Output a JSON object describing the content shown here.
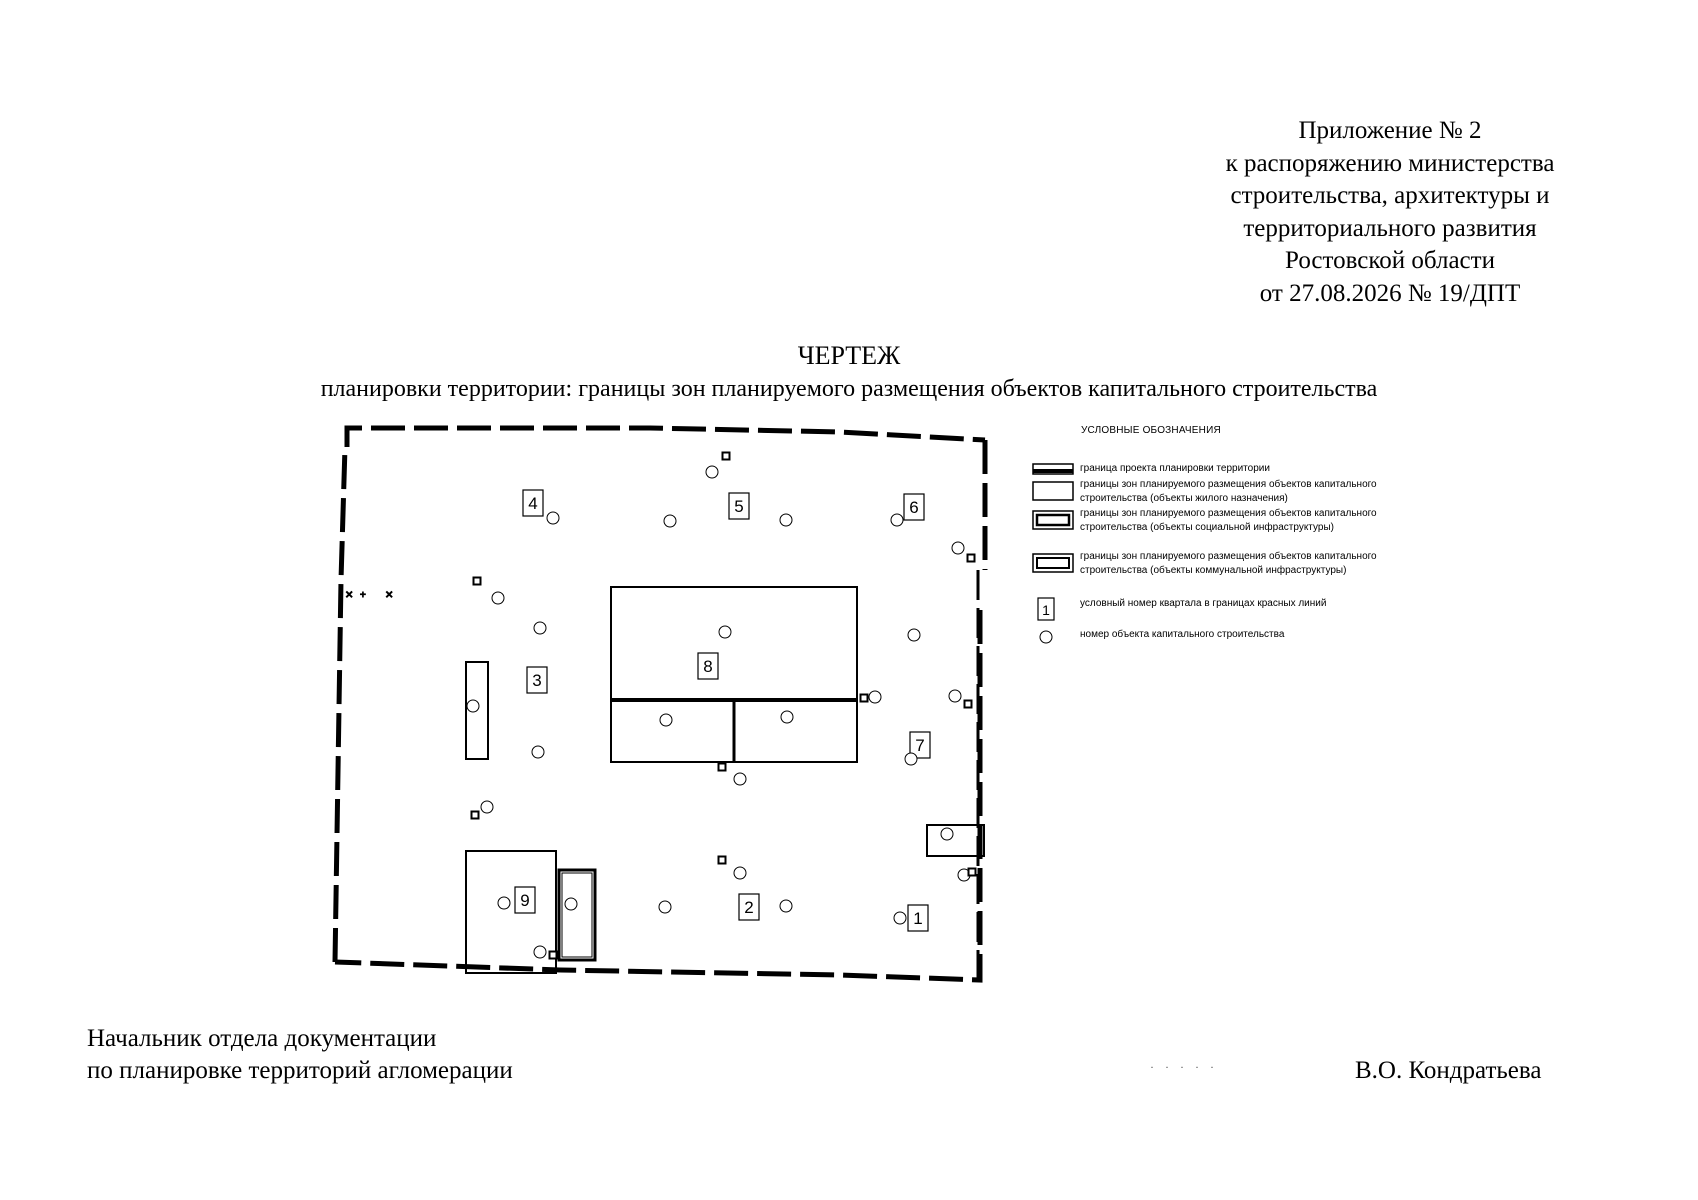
{
  "annex": {
    "lines": [
      "Приложение № 2",
      "к распоряжению министерства",
      "строительства, архитектуры и",
      "территориального развития",
      "Ростовской области",
      "от 27.08.2026 № 19/ДПТ"
    ]
  },
  "drawing": {
    "title": "ЧЕРТЕЖ",
    "subtitle": "планировки территории: границы зон планируемого размещения объектов капитального строительства",
    "quarters": [
      "1",
      "2",
      "3",
      "4",
      "5",
      "6",
      "7",
      "8",
      "9"
    ]
  },
  "legend": {
    "title": "УСЛОВНЫЕ ОБОЗНАЧЕНИЯ",
    "items": [
      {
        "symbol": "boundary-line-icon",
        "text": "граница проекта планировки территории"
      },
      {
        "symbol": "residential-zone-icon",
        "text": "границы зон планируемого размещения объектов капитального строительства (объекты жилого назначения)"
      },
      {
        "symbol": "social-zone-icon",
        "text": "границы зон планируемого размещения объектов капитального строительства (объекты социальной инфраструктуры)"
      },
      {
        "symbol": "utility-zone-icon",
        "text": "границы зон планируемого размещения объектов капитального строительства (объекты коммунальной инфраструктуры)"
      },
      {
        "symbol": "quarter-number-icon",
        "label": "1",
        "text": "условный номер квартала в границах красных линий"
      },
      {
        "symbol": "object-number-icon",
        "text": "номер объекта капитального строительства"
      }
    ]
  },
  "signature": {
    "position_lines": [
      "Начальник отдела документации",
      "по планировке территорий агломерации"
    ],
    "name": "В.О. Кондратьева"
  }
}
